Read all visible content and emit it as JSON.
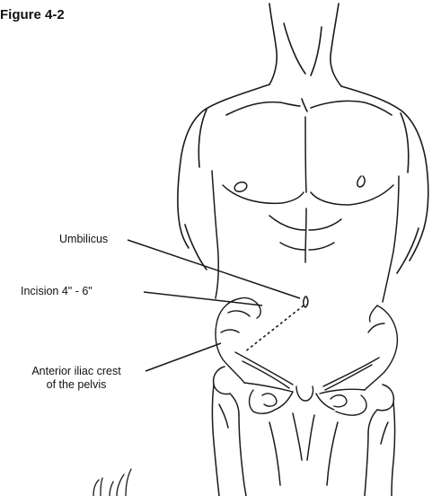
{
  "figure": {
    "title": "Figure 4-2"
  },
  "labels": {
    "umbilicus": "Umbilicus",
    "incision": "Incision 4\" - 6\"",
    "crest_line1": "Anterior iliac crest",
    "crest_line2": "of the pelvis"
  },
  "colors": {
    "ink": "#1a1a1a",
    "background": "#ffffff"
  }
}
